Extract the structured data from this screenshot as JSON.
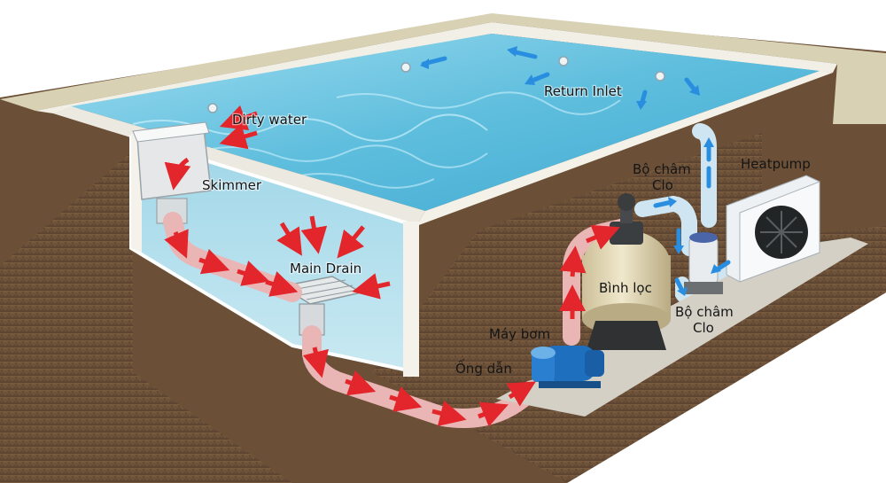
{
  "labels": {
    "dirty_water": "Dirty water",
    "return_inlet": "Return Inlet",
    "skimmer": "Skimmer",
    "main_drain": "Main Drain",
    "heatpump": "Heatpump",
    "chlorinator_top_line1": "Bộ châm",
    "chlorinator_top_line2": "Clo",
    "filter_tank": "Bình lọc",
    "chlorinator_bottom_line1": "Bộ châm",
    "chlorinator_bottom_line2": "Clo",
    "pump": "Máy bơm",
    "pipe": "Ống dẫn"
  },
  "colors": {
    "dirty_flow_arrow": "#e3262b",
    "clean_flow_arrow": "#2a8ee0",
    "water": "#6cc3df",
    "coping": "#d8d1b3",
    "soil": "#6b5037"
  },
  "icons": {
    "dirty_flow": "red-arrow-icon",
    "clean_flow": "blue-arrow-icon"
  }
}
